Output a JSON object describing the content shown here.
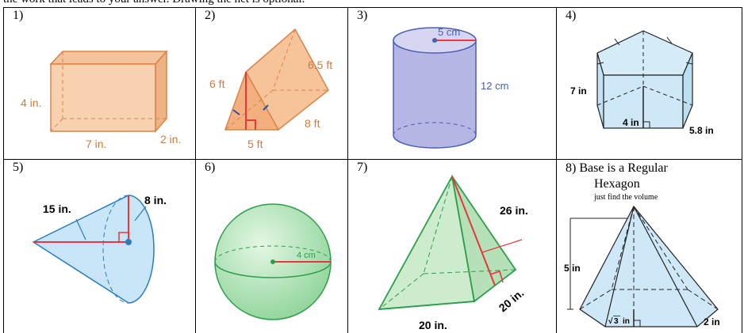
{
  "intro_text": "the work that leads to your answer. Drawing the net is optional.",
  "problems": [
    {
      "number": "1)",
      "labels": {
        "height": "4 in.",
        "length": "7 in.",
        "width": "2 in."
      }
    },
    {
      "number": "2)",
      "labels": {
        "height": "6 ft",
        "slant": "6.5 ft",
        "length": "8 ft",
        "base": "5 ft"
      }
    },
    {
      "number": "3)",
      "labels": {
        "radius": "5 cm",
        "height": "12 cm"
      }
    },
    {
      "number": "4)",
      "labels": {
        "height": "7 in",
        "apothem": "4 in",
        "side": "5.8 in"
      }
    },
    {
      "number": "5)",
      "labels": {
        "slant": "15 in.",
        "radius": "8 in."
      }
    },
    {
      "number": "6)",
      "labels": {
        "radius": "4 cm"
      }
    },
    {
      "number": "7)",
      "labels": {
        "slant": "26 in.",
        "base_side": "20 in.",
        "base_depth": "20 in."
      }
    },
    {
      "number": "8)",
      "title_line1": "Base is a Regular",
      "title_line2": "Hexagon",
      "note": "just find the volume",
      "labels": {
        "height": "5 in",
        "apothem_num": "3",
        "apothem_unit": "in",
        "side": "2 in"
      }
    }
  ],
  "colors": {
    "orange_stroke": "#d9834a",
    "orange_fill": "#f8c9a0",
    "orange_text": "#d07a3a",
    "blue_stroke": "#4a5eb0",
    "blue_fill": "#b8b8e8",
    "lightblue_fill": "#cfe8f7",
    "green_stroke": "#2e9e4a",
    "green_fill": "#bfe8c0",
    "red": "#e23a3a",
    "black": "#000000"
  }
}
